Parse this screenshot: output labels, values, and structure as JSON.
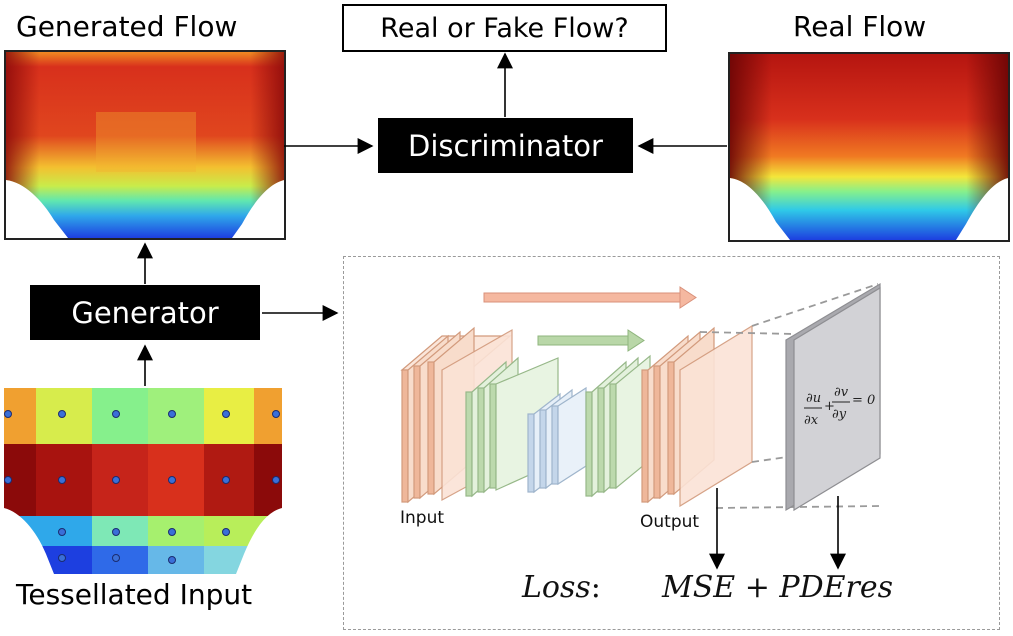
{
  "labels": {
    "generated_flow": "Generated Flow",
    "real_flow": "Real Flow",
    "question": "Real or Fake Flow?",
    "discriminator": "Discriminator",
    "generator": "Generator",
    "tessellated_input": "Tessellated Input",
    "input": "Input",
    "output": "Output",
    "loss_word": "Loss",
    "loss_colon": ":",
    "loss_expr": "MSE + PDEres"
  },
  "colors": {
    "dark_red": "#8b0a0a",
    "red": "#d8301c",
    "orange": "#f08a22",
    "yellow": "#f3e63a",
    "green": "#86f08c",
    "cyan": "#2fc9e8",
    "blue": "#1d3fe0",
    "layer_peach": "#f7d7c4",
    "layer_green": "#d9ecd3",
    "layer_blue": "#dde8f4",
    "pde_panel": "#c9c9cc"
  }
}
